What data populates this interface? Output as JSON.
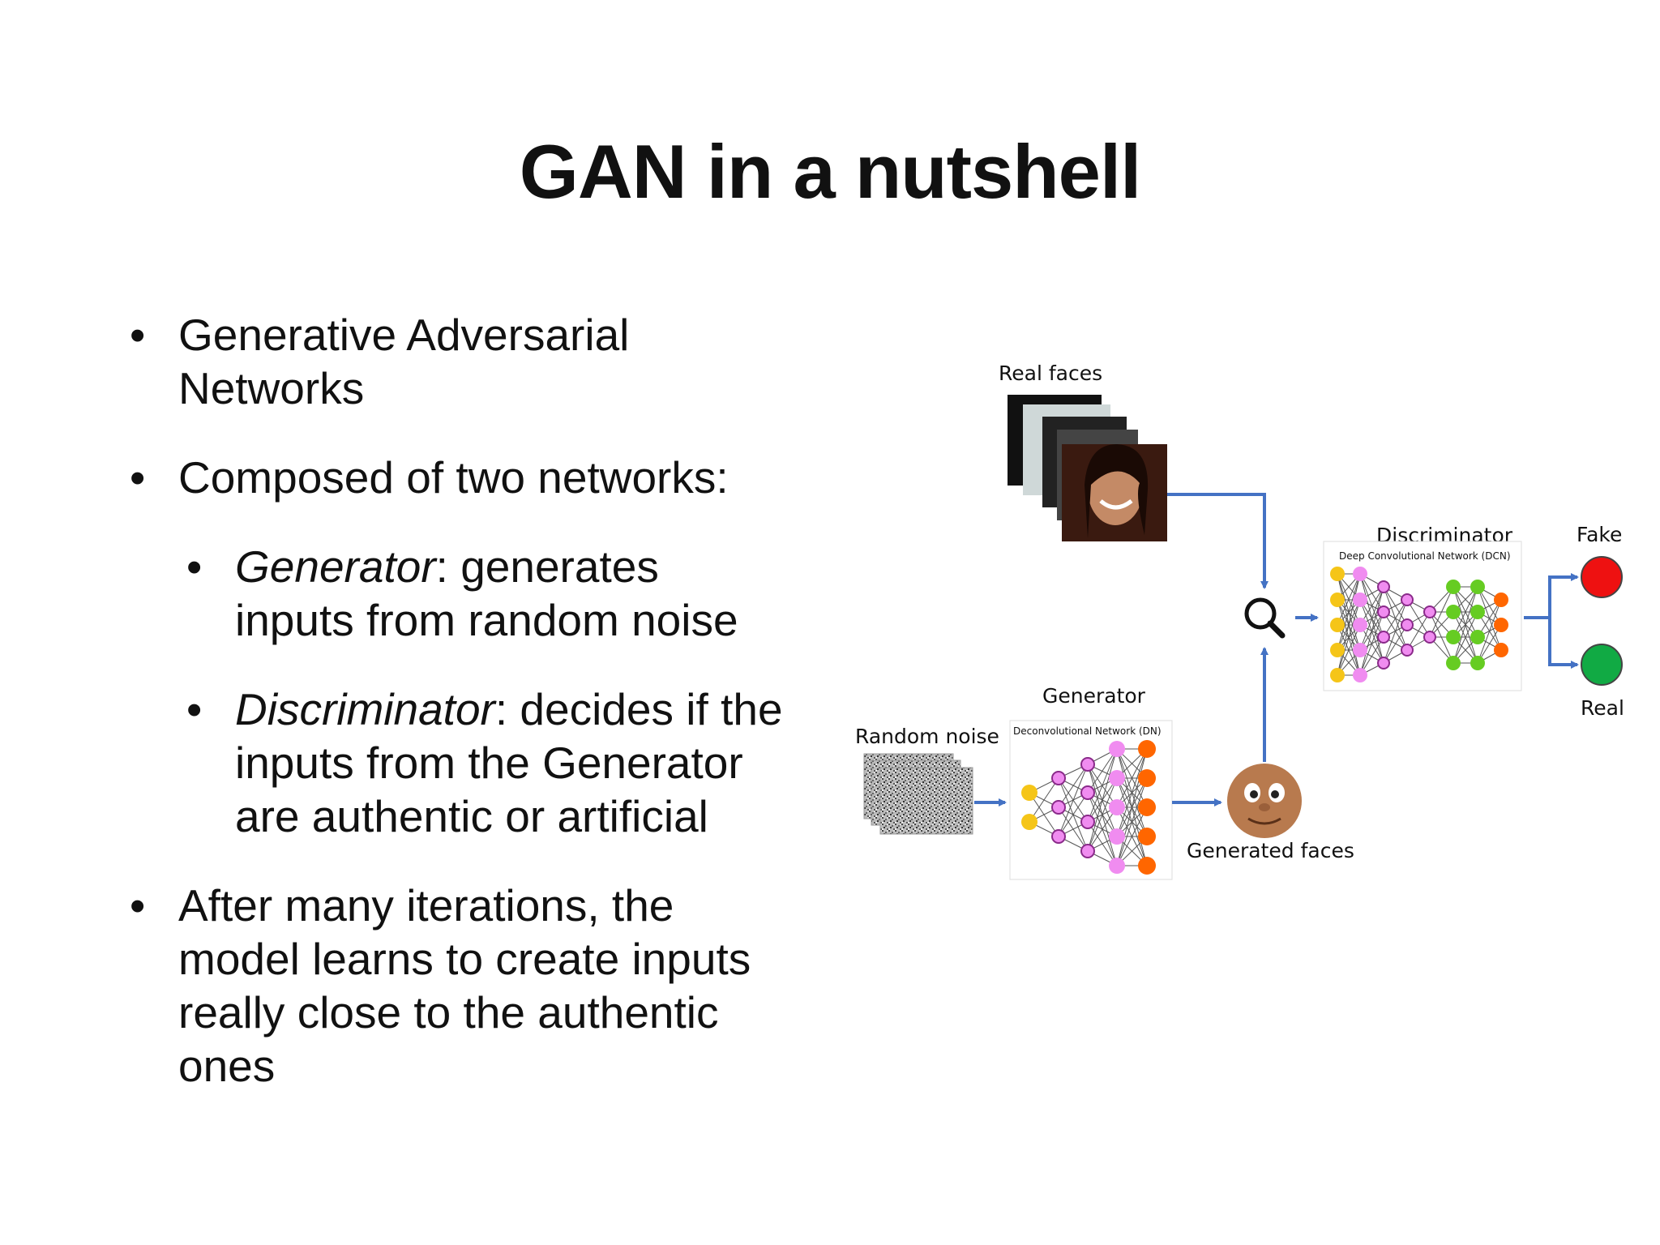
{
  "slide": {
    "title": "GAN in a nutshell"
  },
  "bullets": {
    "b1": "Generative Adversarial Networks",
    "b2": "Composed of two networks:",
    "b3_term": "Generator",
    "b3_rest": ": generates inputs from random noise",
    "b4_term": "Discriminator",
    "b4_rest": ": decides if the inputs from the Generator are authentic or artificial",
    "b5": "After many iterations, the model learns to create inputs really close to the authentic ones"
  },
  "diagram": {
    "real_faces_label": "Real faces",
    "discriminator_label": "Discriminator",
    "discriminator_sub": "Deep Convolutional Network (DCN)",
    "fake_label": "Fake",
    "real_label": "Real",
    "generator_label": "Generator",
    "generator_sub": "Deconvolutional Network (DN)",
    "random_noise_label": "Random noise",
    "generated_faces_label": "Generated faces",
    "icons": [
      "face-photo-stack-icon",
      "noise-image-stack-icon",
      "magnifier-icon",
      "cartoon-face-icon"
    ],
    "colors": {
      "arrow": "#4472C4",
      "fake": "#EE1111",
      "real": "#11AA44",
      "node_yellow": "#F5C518",
      "node_pink": "#F08CF0",
      "node_green": "#66CC22",
      "node_orange": "#FF6600"
    }
  }
}
